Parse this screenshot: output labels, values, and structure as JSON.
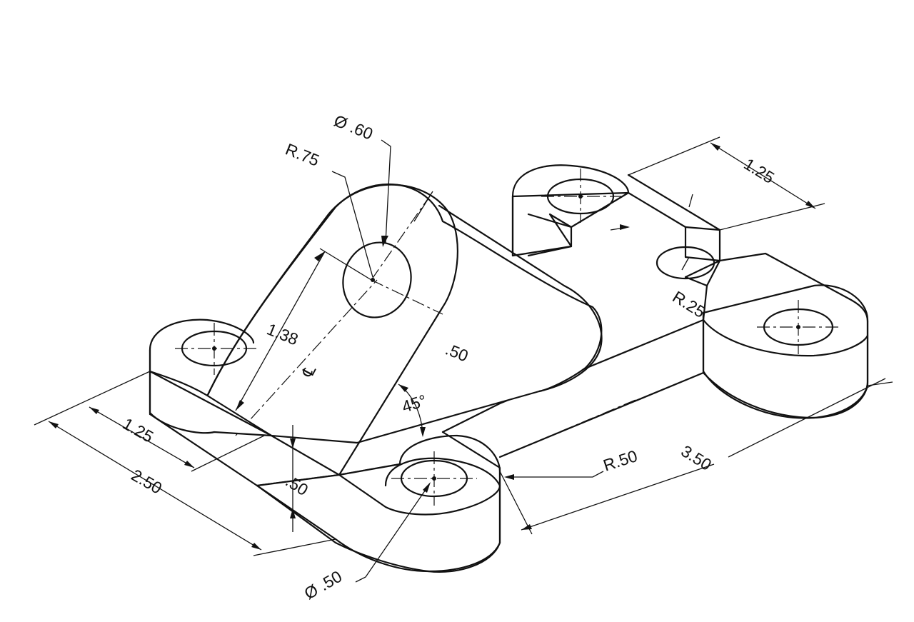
{
  "labels": {
    "dia_top": "Ø .60",
    "r_top": "R.75",
    "len_138": "1.38",
    "centerline": "℄",
    "dim_50_mid": ".50",
    "angle_45": "45°",
    "dim_125_top": "1.25",
    "r_25": "R.25",
    "dim_125_left": "1.25",
    "dim_250": "2.50",
    "dim_50_thick": ".50",
    "r_50": "R.50",
    "dim_350": "3.50",
    "dia_bottom": "Ø .50"
  }
}
